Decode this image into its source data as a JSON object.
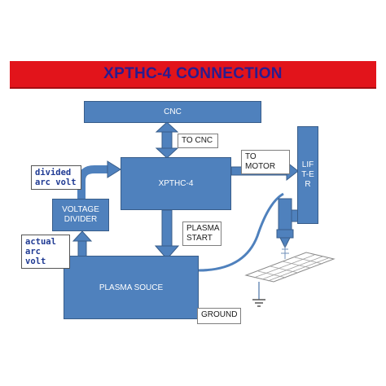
{
  "title": "XPTHC-4 CONNECTION",
  "colors": {
    "banner": "#e2141b",
    "title_text": "#2a1c8f",
    "block_fill": "#4f81bd",
    "block_border": "#385d8a",
    "note_text": "#1f3a93"
  },
  "blocks": {
    "cnc": "CNC",
    "xpthc": "XPTHC-4",
    "voltage_divider": "VOLTAGE DIVIDER",
    "plasma_source": "PLASMA SOUCE",
    "lifter": "LIFT-ER"
  },
  "labels": {
    "to_cnc": "TO CNC",
    "to_motor": "TO MOTOR",
    "plasma_start": "PLASMA START",
    "ground": "GROUND"
  },
  "notes": {
    "divided_arc_volt": "divided arc volt",
    "actual_arc_volt": "actual arc volt"
  }
}
